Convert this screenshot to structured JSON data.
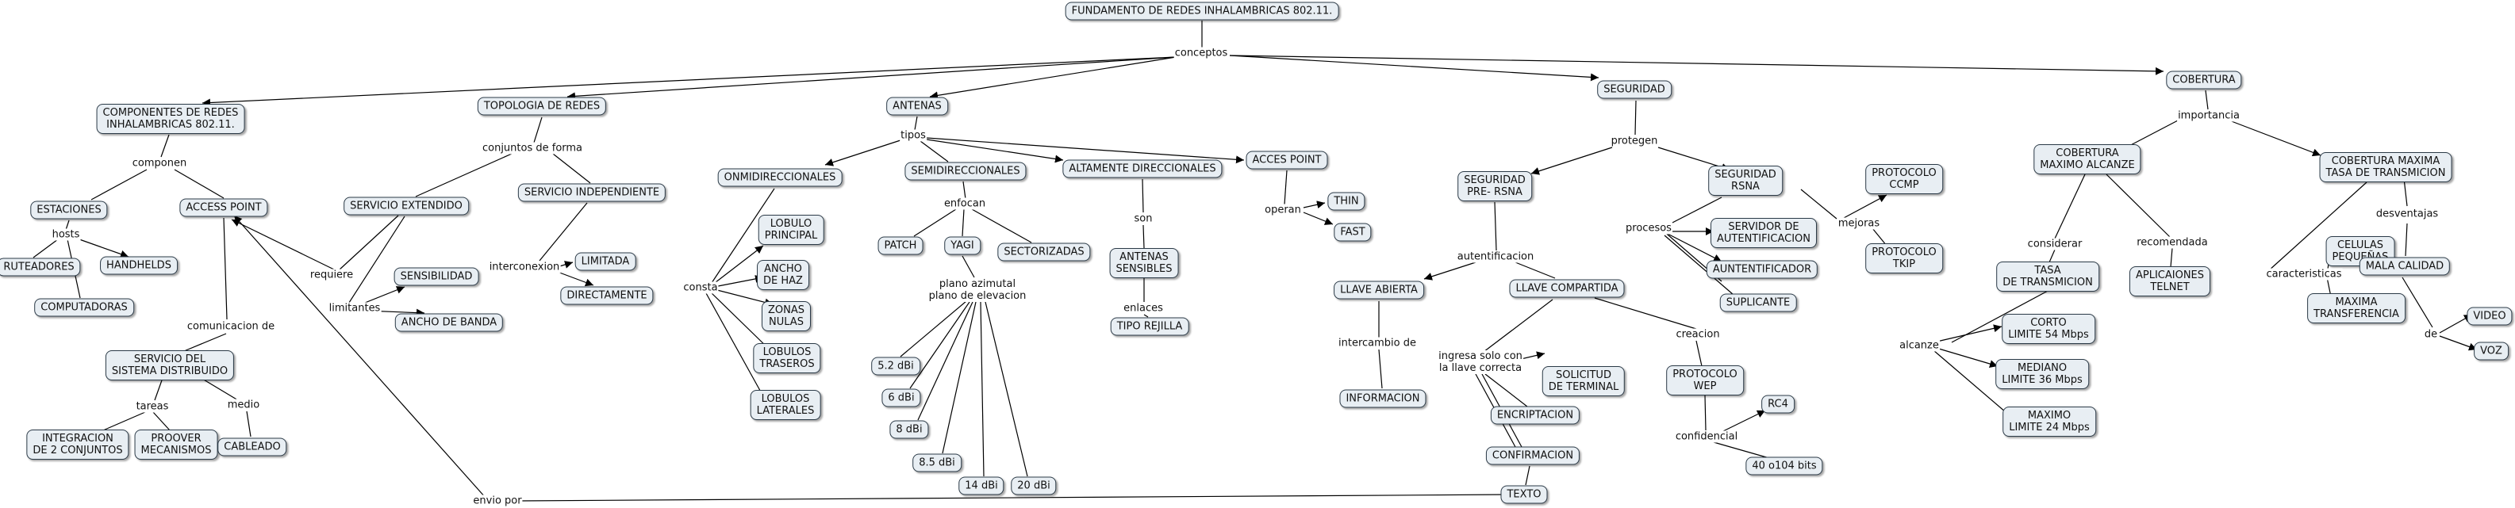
{
  "nodes": {
    "root": "FUNDAMENTO DE REDES INHALAMBRICAS 802.11.",
    "componentes": "COMPONENTES DE REDES\nINHALAMBRICAS 802.11.",
    "estaciones": "ESTACIONES",
    "ruteadores": "RUTEADORES",
    "handhelds": "HANDHELDS",
    "computadoras": "COMPUTADORAS",
    "access_point": "ACCESS POINT",
    "servicio_distribuido": "SERVICIO DEL\nSISTEMA DISTRIBUIDO",
    "integracion": "INTEGRACION\nDE 2 CONJUNTOS",
    "proover": "PROOVER\nMECANISMOS",
    "cableado": "CABLEADO",
    "topologia": "TOPOLOGIA DE REDES",
    "servicio_extendido": "SERVICIO EXTENDIDO",
    "servicio_independiente": "SERVICIO INDEPENDIENTE",
    "sensibilidad": "SENSIBILIDAD",
    "ancho_banda": "ANCHO DE BANDA",
    "limitada": "LIMITADA",
    "directamente": "DIRECTAMENTE",
    "antenas": "ANTENAS",
    "omni": "ONMIDIRECCIONALES",
    "semi": "SEMIDIRECCIONALES",
    "altamente": "ALTAMENTE DIRECCIONALES",
    "acces_point2": "ACCES POINT",
    "lobulo_principal": "LOBULO\nPRINCIPAL",
    "ancho_haz": "ANCHO\nDE HAZ",
    "zonas_nulas": "ZONAS\nNULAS",
    "lobulos_traseros": "LOBULOS\nTRASEROS",
    "lobulos_laterales": "LOBULOS\nLATERALES",
    "patch": "PATCH",
    "yagi": "YAGI",
    "sectorizadas": "SECTORIZADAS",
    "dbi52": "5.2 dBi",
    "dbi6": "6 dBi",
    "dbi8": "8 dBi",
    "dbi85": "8.5 dBi",
    "dbi14": "14 dBi",
    "dbi20": "20 dBi",
    "antenas_sensibles": "ANTENAS\nSENSIBLES",
    "tipo_rejilla": "TIPO REJILLA",
    "thin": "THIN",
    "fast": "FAST",
    "seguridad": "SEGURIDAD",
    "seg_prersna": "SEGURIDAD\nPRE- RSNA",
    "seg_rsna": "SEGURIDAD\nRSNA",
    "llave_abierta": "LLAVE ABIERTA",
    "llave_compartida": "LLAVE COMPARTIDA",
    "informacion": "INFORMACION",
    "solicitud": "SOLICITUD\nDE TERMINAL",
    "encriptacion": "ENCRIPTACION",
    "confirmacion": "CONFIRMACION",
    "texto": "TEXTO",
    "protocolo_wep": "PROTOCOLO\nWEP",
    "rc4": "RC4",
    "bits": "40 o104 bits",
    "servidor_aut": "SERVIDOR DE\nAUTENTIFICACION",
    "autentificador": "AUNTENTIFICADOR",
    "suplicante": "SUPLICANTE",
    "ccmp": "PROTOCOLO\nCCMP",
    "tkip": "PROTOCOLO\nTKIP",
    "cobertura": "COBERTURA",
    "cob_maximo_alcanze": "COBERTURA\nMAXIMO ALCANZE",
    "cob_maxima_tasa": "COBERTURA MAXIMA\nTASA DE TRANSMICION",
    "tasa_transmicion": "TASA\nDE TRANSMICION",
    "aplicaciones": "APLICAIONES\nTELNET",
    "corto": "CORTO\nLIMITE 54 Mbps",
    "mediano": "MEDIANO\nLIMITE 36 Mbps",
    "maximo": "MAXIMO\nLIMITE 24 Mbps",
    "celulas": "CELULAS\nPEQUEÑAS",
    "maxima_transferencia": "MAXIMA\nTRANSFERENCIA",
    "mala_calidad": "MALA CALIDAD",
    "video": "VIDEO",
    "voz": "VOZ"
  },
  "labels": {
    "conceptos": "conceptos",
    "componen": "componen",
    "hosts": "hosts",
    "comunicacion": "comunicacion de",
    "tareas": "tareas",
    "medio": "medio",
    "envio_por": "envio por",
    "conjuntos_forma": "conjuntos de forma",
    "requiere": "requiere",
    "limitantes": "limitantes",
    "interconexion": "interconexion",
    "tipos": "tipos",
    "consta": "consta",
    "enfocan": "enfocan",
    "plano": "plano azimutal\nplano de elevacion",
    "son": "son",
    "enlaces": "enlaces",
    "operan": "operan",
    "protegen": "protegen",
    "autentificacion": "autentificacion",
    "intercambio": "intercambio de",
    "ingresa": "ingresa solo con\nla llave correcta",
    "creacion": "creacion",
    "confidencial": "confidencial",
    "procesos": "procesos",
    "mejoras": "mejoras",
    "importancia": "importancia",
    "considerar": "considerar",
    "recomendada": "recomendada",
    "alcanze": "alcanze",
    "desventajas": "desventajas",
    "caracteristicas": "caracteristicas",
    "de": "de"
  },
  "colors": {
    "node_fill": "#e8eef3",
    "node_border": "#2b3a47",
    "line": "#000000"
  }
}
